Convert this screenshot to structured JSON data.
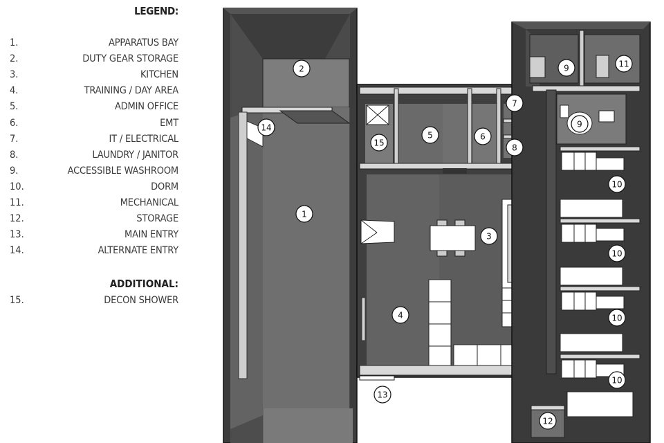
{
  "legend": {
    "title": "LEGEND:",
    "items": [
      {
        "num": "1.",
        "label": "APPARATUS BAY"
      },
      {
        "num": "2.",
        "label": "DUTY GEAR STORAGE"
      },
      {
        "num": "3.",
        "label": "KITCHEN"
      },
      {
        "num": "4.",
        "label": "TRAINING / DAY AREA"
      },
      {
        "num": "5.",
        "label": "ADMIN OFFICE"
      },
      {
        "num": "6.",
        "label": "EMT"
      },
      {
        "num": "7.",
        "label": "IT / ELECTRICAL"
      },
      {
        "num": "8.",
        "label": "LAUNDRY / JANITOR"
      },
      {
        "num": "9.",
        "label": "ACCESSIBLE WASHROOM"
      },
      {
        "num": "10.",
        "label": "DORM"
      },
      {
        "num": "11.",
        "label": "MECHANICAL"
      },
      {
        "num": "12.",
        "label": "STORAGE"
      },
      {
        "num": "13.",
        "label": "MAIN ENTRY"
      },
      {
        "num": "14.",
        "label": "ALTERNATE ENTRY"
      }
    ],
    "additional_title": "ADDITIONAL:",
    "additional_items": [
      {
        "num": "15.",
        "label": "DECON SHOWER"
      }
    ]
  },
  "plan_labels": [
    "1",
    "2",
    "3",
    "4",
    "5",
    "6",
    "7",
    "8",
    "9",
    "9",
    "10",
    "10",
    "10",
    "10",
    "11",
    "12",
    "13",
    "14",
    "15"
  ],
  "colors": {
    "wall_top": "#444444",
    "floor_dark": "#5e5e5e",
    "floor_mid": "#6d6d6d",
    "floor_light": "#7a7a7a",
    "wall_face": "#4a4a4a",
    "furniture": "#ffffff"
  }
}
